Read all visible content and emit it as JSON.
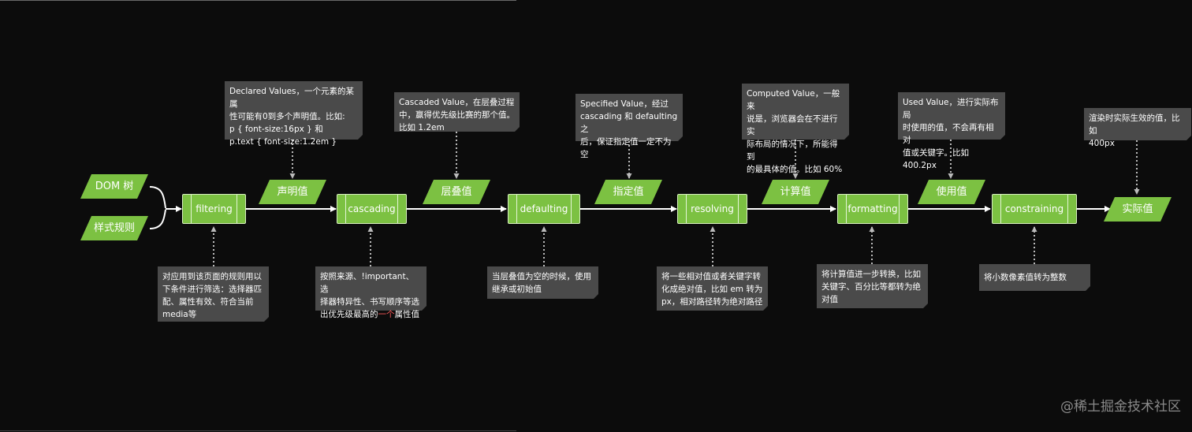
{
  "inputs": {
    "dom_tree": "DOM 树",
    "style_rules": "样式规则"
  },
  "processes": {
    "filtering": "filtering",
    "cascading": "cascading",
    "defaulting": "defaulting",
    "resolving": "resolving",
    "formatting": "formatting",
    "constraining": "constraining"
  },
  "values": {
    "declared": "声明值",
    "cascaded": "层叠值",
    "specified": "指定值",
    "computed": "计算值",
    "used": "使用值",
    "actual": "实际值"
  },
  "notes_top": {
    "declared": "Declared Values，一个元素的某属\n性可能有0到多个声明值。比如:\np { font-size:16px } 和\np.text { font-size:1.2em }",
    "cascaded": "Cascaded Value，在层叠过程\n中，赢得优先级比赛的那个值。\n比如 1.2em",
    "specified": "Specified Value，经过\ncascading 和 defaulting 之\n后，保证指定值一定不为空",
    "computed": "Computed Value，一般来\n说是，浏览器会在不进行实\n际布局的情况下，所能得到\n的最具体的值。比如 60%",
    "used": "Used Value，进行实际布局\n时使用的值，不会再有相对\n值或关键字。比如 400.2px",
    "actual": "渲染时实际生效的值，比如\n400px"
  },
  "notes_bottom": {
    "filtering": "对应用到该页面的规则用以\n下条件进行筛选：选择器匹\n配、属性有效、符合当前\nmedia等",
    "cascading_a": "按照来源、!important、选\n择器特异性、书写顺序等选\n出优先级最高的",
    "cascading_highlight": "一个",
    "cascading_b": "属性值",
    "defaulting": "当层叠值为空的时候，使用\n继承或初始值",
    "resolving": "将一些相对值或者关键字转\n化成绝对值，比如 em 转为\npx，相对路径转为绝对路径",
    "formatting": "将计算值进一步转换，比如\n关键字、百分比等都转为绝\n对值",
    "constraining": "将小数像素值转为整数"
  },
  "watermark": "@稀土掘金技术社区",
  "colors": {
    "background": "#0c0c0c",
    "green": "#7cc142",
    "note": "#4a4a4a",
    "highlight": "#ff5a5a"
  }
}
